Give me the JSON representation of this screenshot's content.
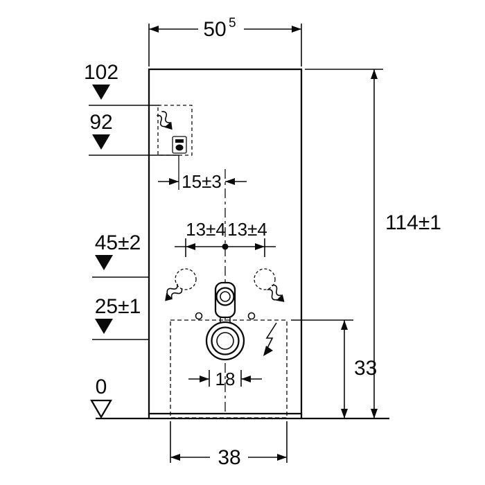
{
  "colors": {
    "line": "#0a0a0a",
    "background": "#ffffff"
  },
  "dimensions": {
    "top_width": {
      "main": "50",
      "sup": "5"
    },
    "overall_height": "114±1",
    "left": {
      "actuator_top": "102",
      "actuator_bottom": "92",
      "water_connection": "45±2",
      "drain_connection": "25±1",
      "floor": "0"
    },
    "center": {
      "actuator_offset": "15±3",
      "water_left_offset": "13±4",
      "water_right_offset": "13±4",
      "drain_width": "18"
    },
    "bottom": {
      "service_height": "33",
      "service_width": "38"
    }
  },
  "icons": {
    "water_flow": "wavy-arrow",
    "flush_actuator": "toilet-pictogram",
    "power_connection": "lightning-bolt",
    "floor_datum": "open-triangle",
    "level_marker": "filled-triangle-down"
  }
}
